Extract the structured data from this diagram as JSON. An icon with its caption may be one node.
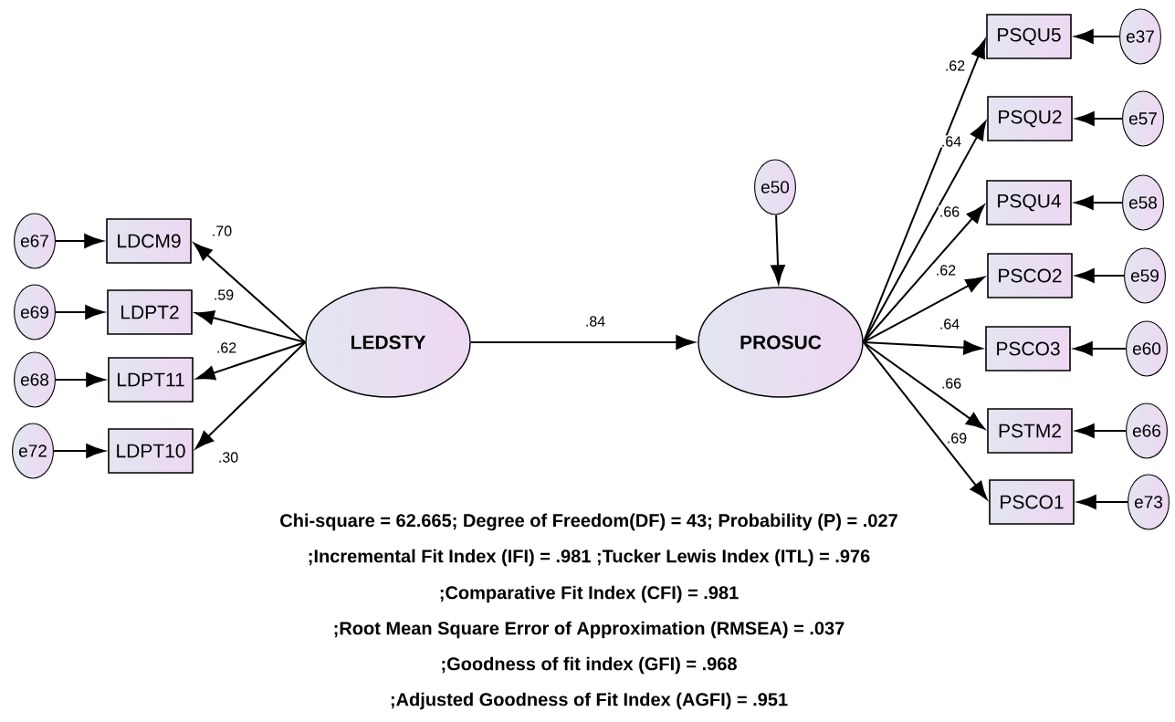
{
  "diagram": {
    "nodes": [
      {
        "text": [
          "e67"
        ]
      },
      {
        "text": [
          "LDCM9"
        ]
      },
      {
        "text": [
          "e69"
        ]
      },
      {
        "text": [
          "LDPT2"
        ]
      },
      {
        "text": [
          "e68"
        ]
      },
      {
        "text": [
          "LDPT11"
        ]
      },
      {
        "text": [
          "e72"
        ]
      },
      {
        "text": [
          "LDPT10"
        ]
      },
      {
        "text": [
          "LEDSTY"
        ]
      },
      {
        "text": [
          "e50"
        ]
      },
      {
        "text": [
          "PROSUC"
        ]
      },
      {
        "text": [
          "PSQU5"
        ]
      },
      {
        "text": [
          "e37"
        ]
      },
      {
        "text": [
          "PSQU2"
        ]
      },
      {
        "text": [
          "e57"
        ]
      },
      {
        "text": [
          "PSQU4"
        ]
      },
      {
        "text": [
          "e58"
        ]
      },
      {
        "text": [
          "PSCO2"
        ]
      },
      {
        "text": [
          "e59"
        ]
      },
      {
        "text": [
          "PSCO3"
        ]
      },
      {
        "text": [
          "e60"
        ]
      },
      {
        "text": [
          "PSTM2"
        ]
      },
      {
        "text": [
          "e66"
        ]
      },
      {
        "text": [
          "PSCO1"
        ]
      },
      {
        "text": [
          "e73"
        ]
      }
    ],
    "edges": [
      {
        "from": 0,
        "to": 1,
        "arrow": "to"
      },
      {
        "from": 2,
        "to": 3,
        "arrow": "to"
      },
      {
        "from": 4,
        "to": 5,
        "arrow": "to"
      },
      {
        "from": 6,
        "to": 7,
        "arrow": "to"
      },
      {
        "from": 8,
        "to": 1,
        "arrow": "to",
        "label": ".70"
      },
      {
        "from": 8,
        "to": 3,
        "arrow": "to",
        "label": ".59"
      },
      {
        "from": 8,
        "to": 5,
        "arrow": "to",
        "label": ".62"
      },
      {
        "from": 8,
        "to": 7,
        "arrow": "to",
        "label": ".30"
      },
      {
        "from": 8,
        "to": 10,
        "arrow": "to",
        "label": ".84"
      },
      {
        "from": 9,
        "to": 10,
        "arrow": "to"
      },
      {
        "from": 10,
        "to": 11,
        "arrow": "to",
        "label": ".62"
      },
      {
        "from": 10,
        "to": 13,
        "arrow": "to",
        "label": ".64"
      },
      {
        "from": 10,
        "to": 15,
        "arrow": "to",
        "label": ".66"
      },
      {
        "from": 10,
        "to": 17,
        "arrow": "to",
        "label": ".62"
      },
      {
        "from": 10,
        "to": 19,
        "arrow": "to",
        "label": ".64"
      },
      {
        "from": 10,
        "to": 21,
        "arrow": "to",
        "label": ".66"
      },
      {
        "from": 10,
        "to": 23,
        "arrow": "to",
        "label": ".69"
      },
      {
        "from": 12,
        "to": 11,
        "arrow": "to"
      },
      {
        "from": 14,
        "to": 13,
        "arrow": "to"
      },
      {
        "from": 16,
        "to": 15,
        "arrow": "to"
      },
      {
        "from": 18,
        "to": 17,
        "arrow": "to"
      },
      {
        "from": 20,
        "to": 19,
        "arrow": "to"
      },
      {
        "from": 22,
        "to": 21,
        "arrow": "to"
      },
      {
        "from": 24,
        "to": 23,
        "arrow": "to"
      }
    ],
    "labels": [
      "Chi-square = 62.665; Degree of Freedom(DF) = 43; Probability (P) = .027",
      ";Incremental Fit Index (IFI) = .981 ;Tucker Lewis Index (ITL) = .976",
      ";Comparative Fit Index (CFI) = .981",
      ";Root Mean Square Error of Approximation (RMSEA) = .037",
      ";Goodness of fit index (GFI) = .968",
      ";Adjusted Goodness of Fit Index (AGFI) = .951"
    ]
  }
}
